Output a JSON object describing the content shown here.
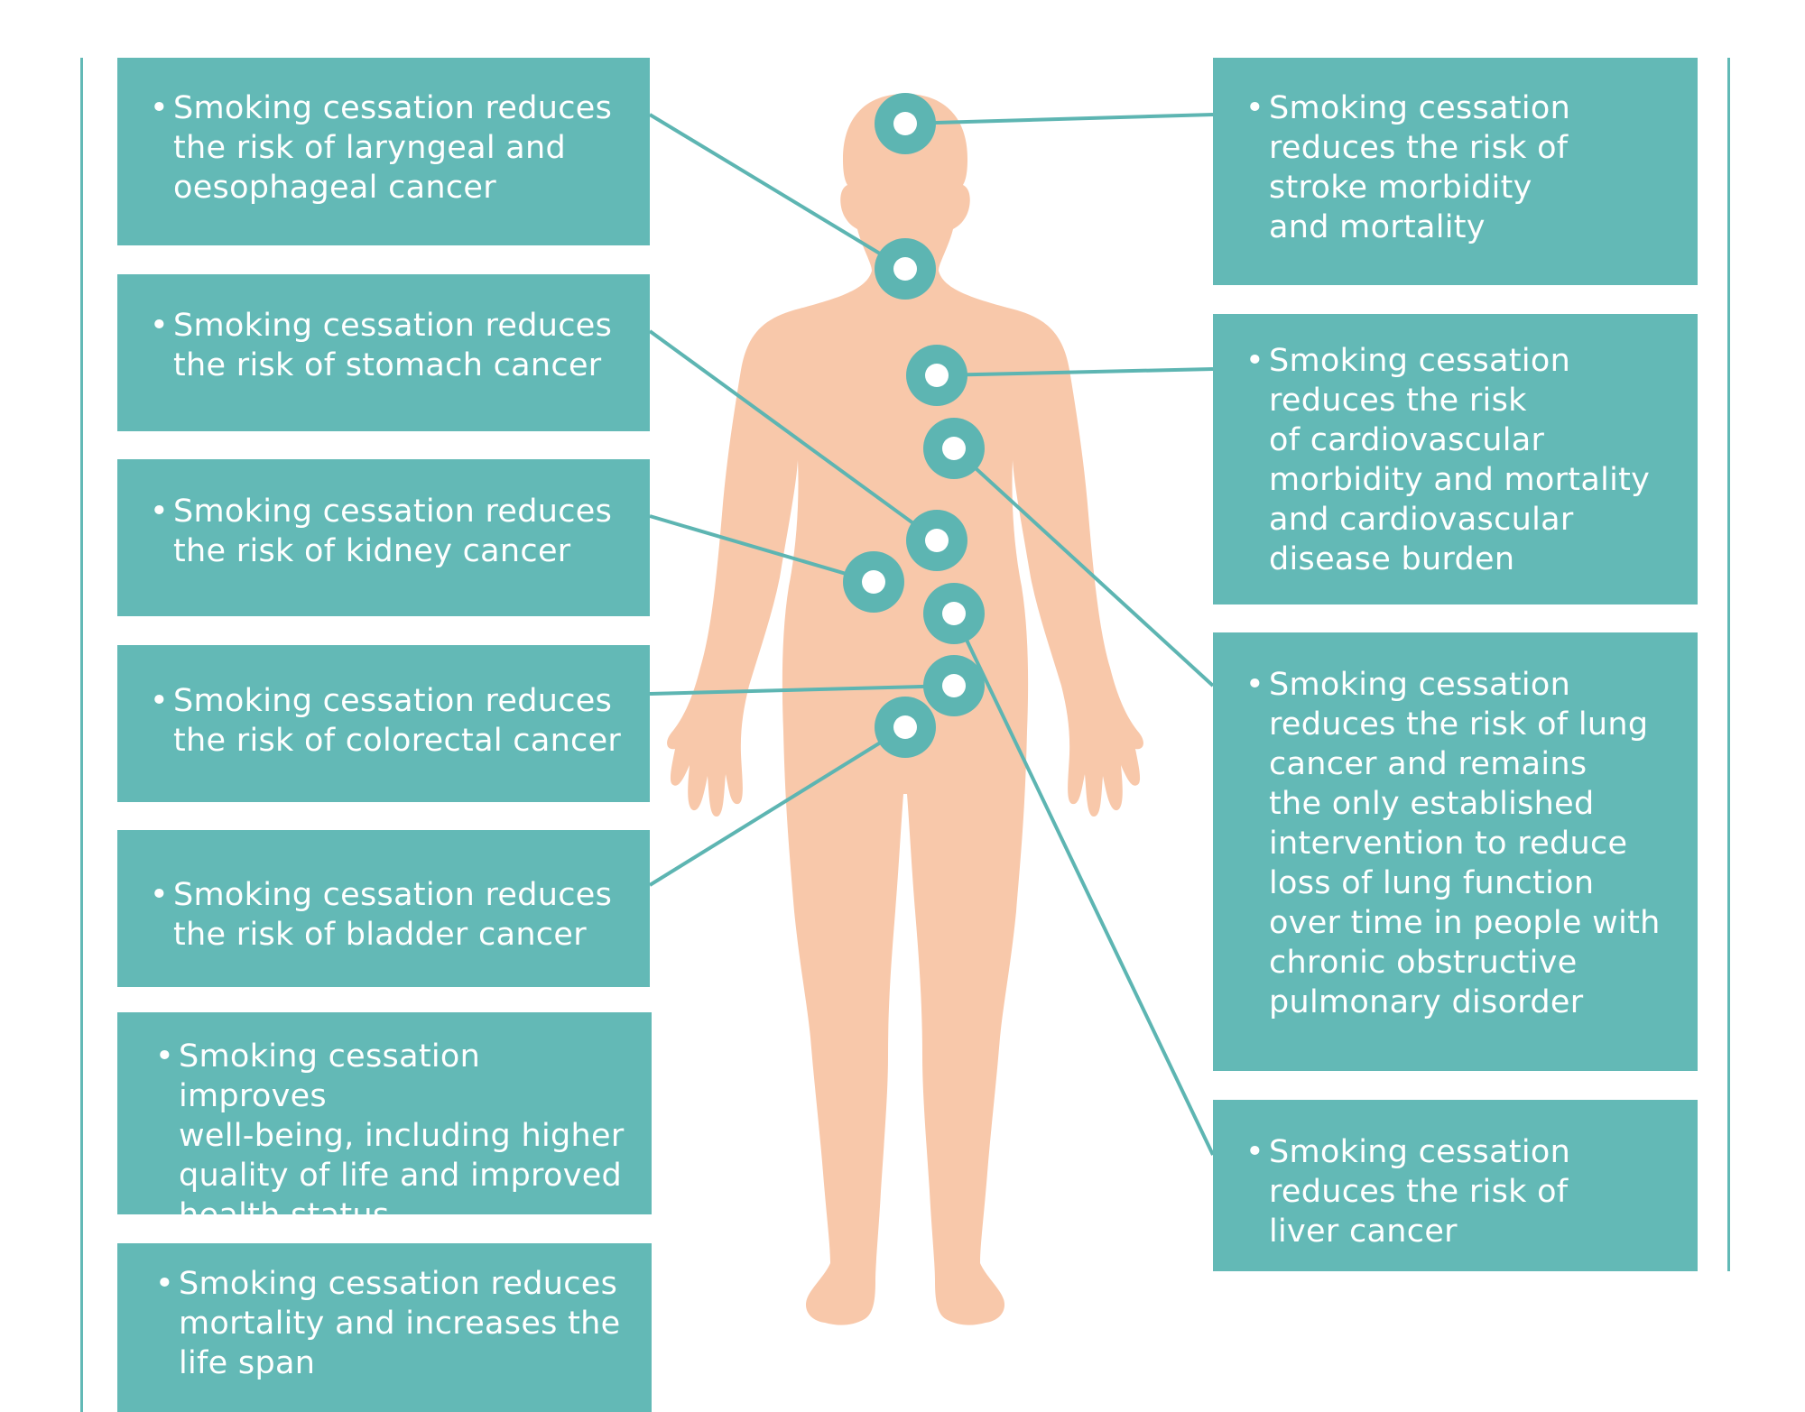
{
  "colors": {
    "box_fill": "#63b9b6",
    "box_text": "#ffffff",
    "connector": "#5db5b2",
    "marker_ring": "#5db5b2",
    "marker_center": "#ffffff",
    "body_silhouette": "#f8c8aa",
    "side_rule": "#62b9b6"
  },
  "left_boxes": [
    {
      "id": "laryngeal",
      "text": "Smoking cessation reduces\nthe risk of laryngeal and\noesophageal cancer"
    },
    {
      "id": "stomach",
      "text": "Smoking cessation reduces\nthe risk of stomach cancer"
    },
    {
      "id": "kidney",
      "text": "Smoking cessation reduces\nthe risk of kidney cancer"
    },
    {
      "id": "colorectal",
      "text": "Smoking cessation reduces\nthe risk of colorectal cancer"
    },
    {
      "id": "bladder",
      "text": "Smoking cessation reduces\nthe risk of bladder cancer"
    },
    {
      "id": "wellbeing",
      "text": "Smoking cessation improves\nwell-being, including higher\nquality of life and improved\nhealth status"
    },
    {
      "id": "mortality",
      "text": "Smoking cessation reduces\nmortality and increases the\nlife span"
    }
  ],
  "right_boxes": [
    {
      "id": "stroke",
      "text": "Smoking cessation\nreduces the risk of\nstroke morbidity\nand mortality"
    },
    {
      "id": "cardiovascular",
      "text": "Smoking cessation\nreduces the risk\nof cardiovascular\nmorbidity and mortality\nand cardiovascular\ndisease burden"
    },
    {
      "id": "lung",
      "text": "Smoking cessation\nreduces the risk of lung\ncancer and remains\nthe only established\nintervention to reduce\nloss of lung function\nover time in people with\nchronic obstructive\npulmonary disorder"
    },
    {
      "id": "liver",
      "text": "Smoking cessation\nreduces the risk of\nliver cancer"
    }
  ],
  "markers": [
    {
      "organ": "brain",
      "links_to": "stroke"
    },
    {
      "organ": "throat",
      "links_to": "laryngeal"
    },
    {
      "organ": "heart",
      "links_to": "cardiovascular"
    },
    {
      "organ": "lung",
      "links_to": "lung"
    },
    {
      "organ": "stomach",
      "links_to": "stomach"
    },
    {
      "organ": "kidney",
      "links_to": "kidney"
    },
    {
      "organ": "liver",
      "links_to": "liver"
    },
    {
      "organ": "colon",
      "links_to": "colorectal"
    },
    {
      "organ": "bladder",
      "links_to": "bladder"
    }
  ]
}
